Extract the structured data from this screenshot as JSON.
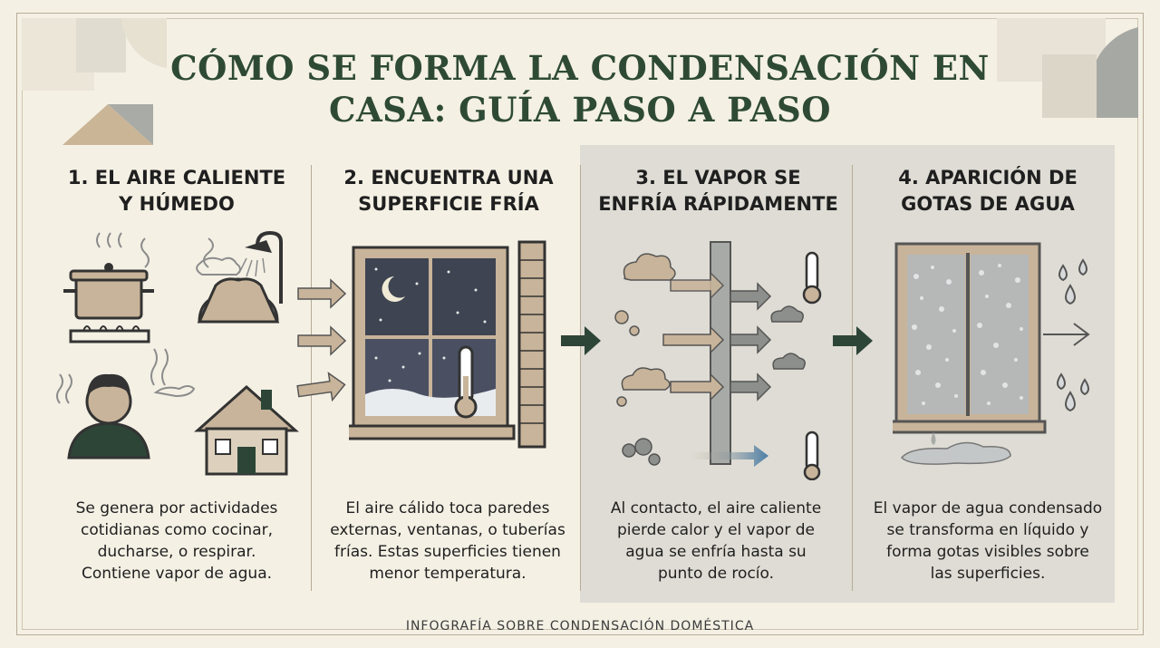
{
  "title": {
    "line1": "CÓMO SE FORMA LA CONDENSACIÓN EN",
    "line2": "CASA: GUÍA PASO A PASO"
  },
  "steps": [
    {
      "title_line1": "1. EL AIRE CALIENTE",
      "title_line2": "Y HÚMEDO",
      "body": [
        "Se genera por actividades",
        "cotidianas como cocinar,",
        "ducharse, o respirar.",
        "Contiene vapor de agua."
      ]
    },
    {
      "title_line1": "2. ENCUENTRA UNA",
      "title_line2": "SUPERFICIE FRÍA",
      "body": [
        "El aire cálido toca paredes",
        "externas, ventanas, o tuberías",
        "frías. Estas superficies tienen",
        "menor temperatura."
      ]
    },
    {
      "title_line1": "3. EL VAPOR SE",
      "title_line2": "ENFRÍA RÁPIDAMENTE",
      "body": [
        "Al contacto, el aire caliente",
        "pierde calor y el vapor de",
        "agua se enfría hasta su",
        "punto de rocío."
      ]
    },
    {
      "title_line1": "4. APARICIÓN DE",
      "title_line2": "GOTAS DE AGUA",
      "body": [
        "El vapor de agua condensado",
        "se transforma en líquido y",
        "forma gotas visibles sobre",
        "las superficies."
      ]
    }
  ],
  "footer": "INFOGRAFÍA SOBRE CONDENSACIÓN DOMÉSTICA",
  "colors": {
    "background": "#f4f0e4",
    "title": "#2e4a35",
    "accent_tan": "#c8b49a",
    "dark_green": "#2d4537",
    "panel_gray": "#dedcd4"
  },
  "icons": [
    "cooking-pot-icon",
    "shower-icon",
    "person-icon",
    "house-icon",
    "window-night-icon",
    "thermometer-icon",
    "brick-wall-icon",
    "steam-cloud-icon",
    "arrow-icon",
    "water-drop-icon",
    "condensation-window-icon",
    "puddle-icon"
  ]
}
